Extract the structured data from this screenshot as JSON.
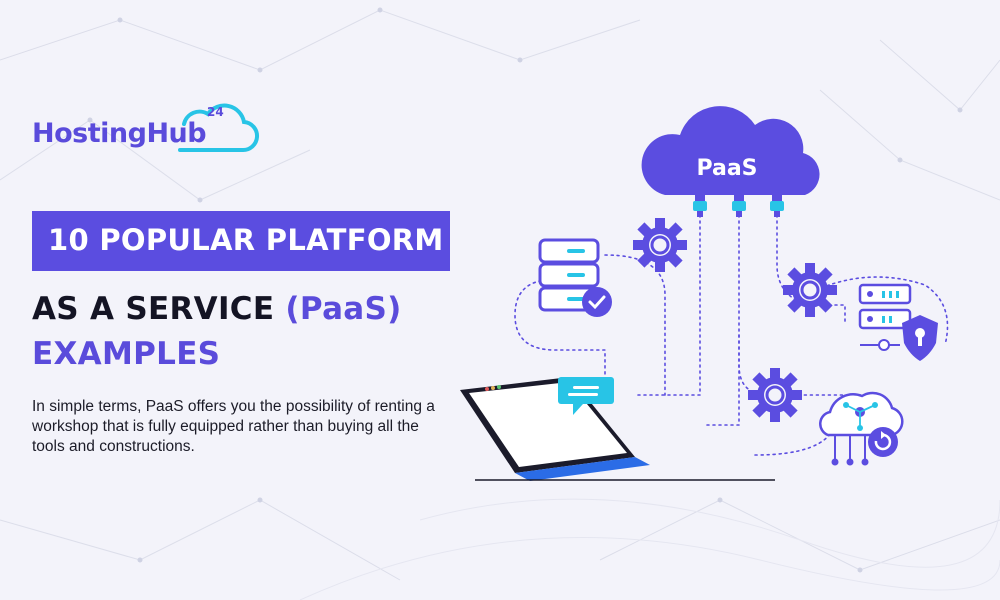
{
  "brand": {
    "name_part1": "Hosting",
    "name_part2": "Hub",
    "number": "24"
  },
  "heading": {
    "line1": "10 POPULAR PLATFORM",
    "line2_prefix": "AS A SERVICE ",
    "line2_accent": "(PaaS)",
    "line3": "EXAMPLES"
  },
  "description": "In simple terms, PaaS offers you the possibility of renting a workshop that is fully equipped rather than buying all the tools and constructions.",
  "illustration": {
    "cloud_label": "PaaS"
  },
  "colors": {
    "primary": "#5b4de0",
    "dark_text": "#141424",
    "cyan_accent": "#28c4e6",
    "background": "#f3f3fa"
  },
  "icons": [
    "cloud-icon",
    "database-icon",
    "check-icon",
    "gear-icon",
    "server-icon",
    "shield-lock-icon",
    "laptop-icon",
    "chat-bubble-icon",
    "network-cloud-icon",
    "refresh-icon"
  ]
}
